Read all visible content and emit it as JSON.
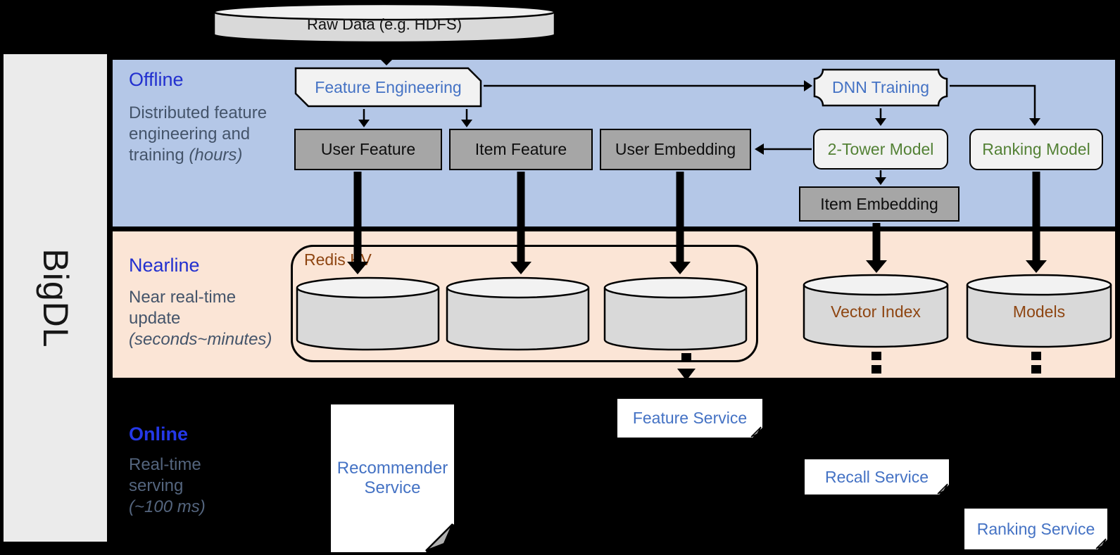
{
  "brand": {
    "name": "BigDL"
  },
  "datasource": {
    "label": "Raw Data (e.g. HDFS)"
  },
  "bands": {
    "offline": {
      "title": "Offline",
      "subtitle": "Distributed feature engineering and training",
      "subtitle_italic": "(hours)"
    },
    "nearline": {
      "title": "Nearline",
      "subtitle": "Near real-time update",
      "subtitle_italic": "(seconds~minutes)"
    },
    "online": {
      "title": "Online",
      "subtitle": "Real-time serving",
      "subtitle_italic": "(~100 ms)"
    }
  },
  "offline_nodes": {
    "feature_engineering": "Feature Engineering",
    "user_feature": "User Feature",
    "item_feature": "Item Feature",
    "user_embedding": "User Embedding",
    "dnn_training": "DNN Training",
    "two_tower_model": "2-Tower Model",
    "ranking_model": "Ranking Model",
    "item_embedding": "Item Embedding"
  },
  "nearline_nodes": {
    "redis_kv": "Redis KV",
    "vector_index": "Vector Index",
    "models": "Models"
  },
  "online_nodes": {
    "recommender_service": "Recommender Service",
    "feature_service": "Feature Service",
    "recall_service": "Recall Service",
    "ranking_service": "Ranking Service"
  },
  "colors": {
    "offline_band": "#b4c7e7",
    "nearline_band": "#fbe5d6",
    "online_band": "#000000",
    "title_blue": "#2230cf",
    "label_blue": "#4472c4",
    "model_green": "#538135",
    "storage_brown": "#8e4511",
    "box_gray": "#a6a6a6",
    "shape_fill": "#f2f2f2",
    "subtitle_gray": "#44546a"
  }
}
